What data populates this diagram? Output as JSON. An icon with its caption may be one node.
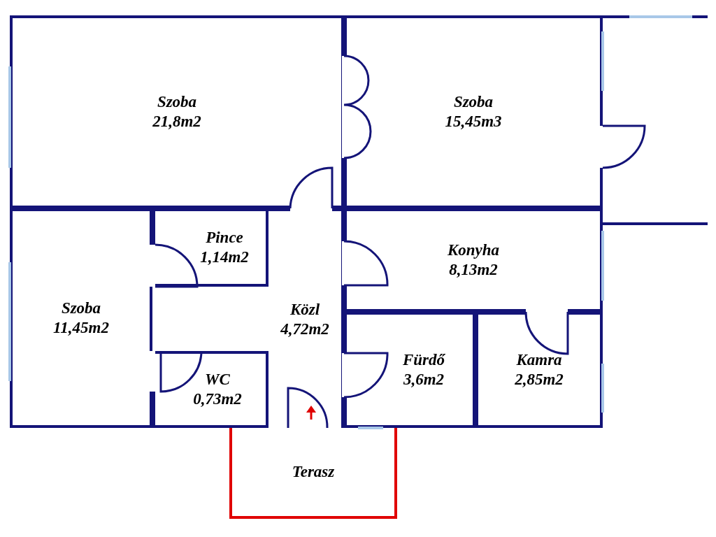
{
  "diagram": {
    "nodes": [
      {
        "text": [
          "Szoba",
          "21,8m2"
        ]
      },
      {
        "text": [
          "Szoba",
          "15,45m3"
        ]
      },
      {
        "text": [
          "Pince",
          "1,14m2"
        ]
      },
      {
        "text": [
          "Konyha",
          "8,13m2"
        ]
      },
      {
        "text": [
          "Közl",
          "4,72m2"
        ]
      },
      {
        "text": [
          "Szoba",
          "11,45m2"
        ]
      },
      {
        "text": [
          "Fürdő",
          "3,6m2"
        ]
      },
      {
        "text": [
          "WC",
          "0,73m2"
        ]
      },
      {
        "text": [
          "Kamra",
          "2,85m2"
        ]
      },
      {
        "text": [
          "Terasz"
        ]
      }
    ]
  }
}
